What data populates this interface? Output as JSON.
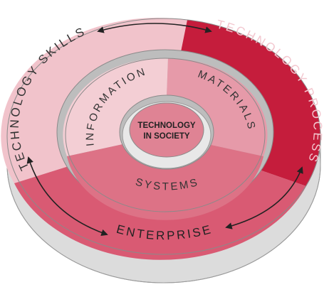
{
  "diagram": {
    "core_line1": "TECHNOLOGY",
    "core_line2": "IN SOCIETY",
    "outer_ring": {
      "left": "TECHNOLOGY SKILLS",
      "right": "TECHNOLOGY PROCESS",
      "bottom": "ENTERPRISE"
    },
    "middle_ring": {
      "left": "INFORMATION",
      "right": "MATERIALS",
      "bottom": "SYSTEMS"
    }
  },
  "colors": {
    "outer_pink": "#f1c3cb",
    "outer_light": "#f8dde2",
    "outer_process": "#c51d3c",
    "outer_enterprise": "#d95a73",
    "middle_info": "#f3ced4",
    "middle_materials": "#e69aa9",
    "middle_systems": "#dd7286",
    "core": "#df8394",
    "wall": "#bdbdbd",
    "side": "#dcdcdc"
  }
}
